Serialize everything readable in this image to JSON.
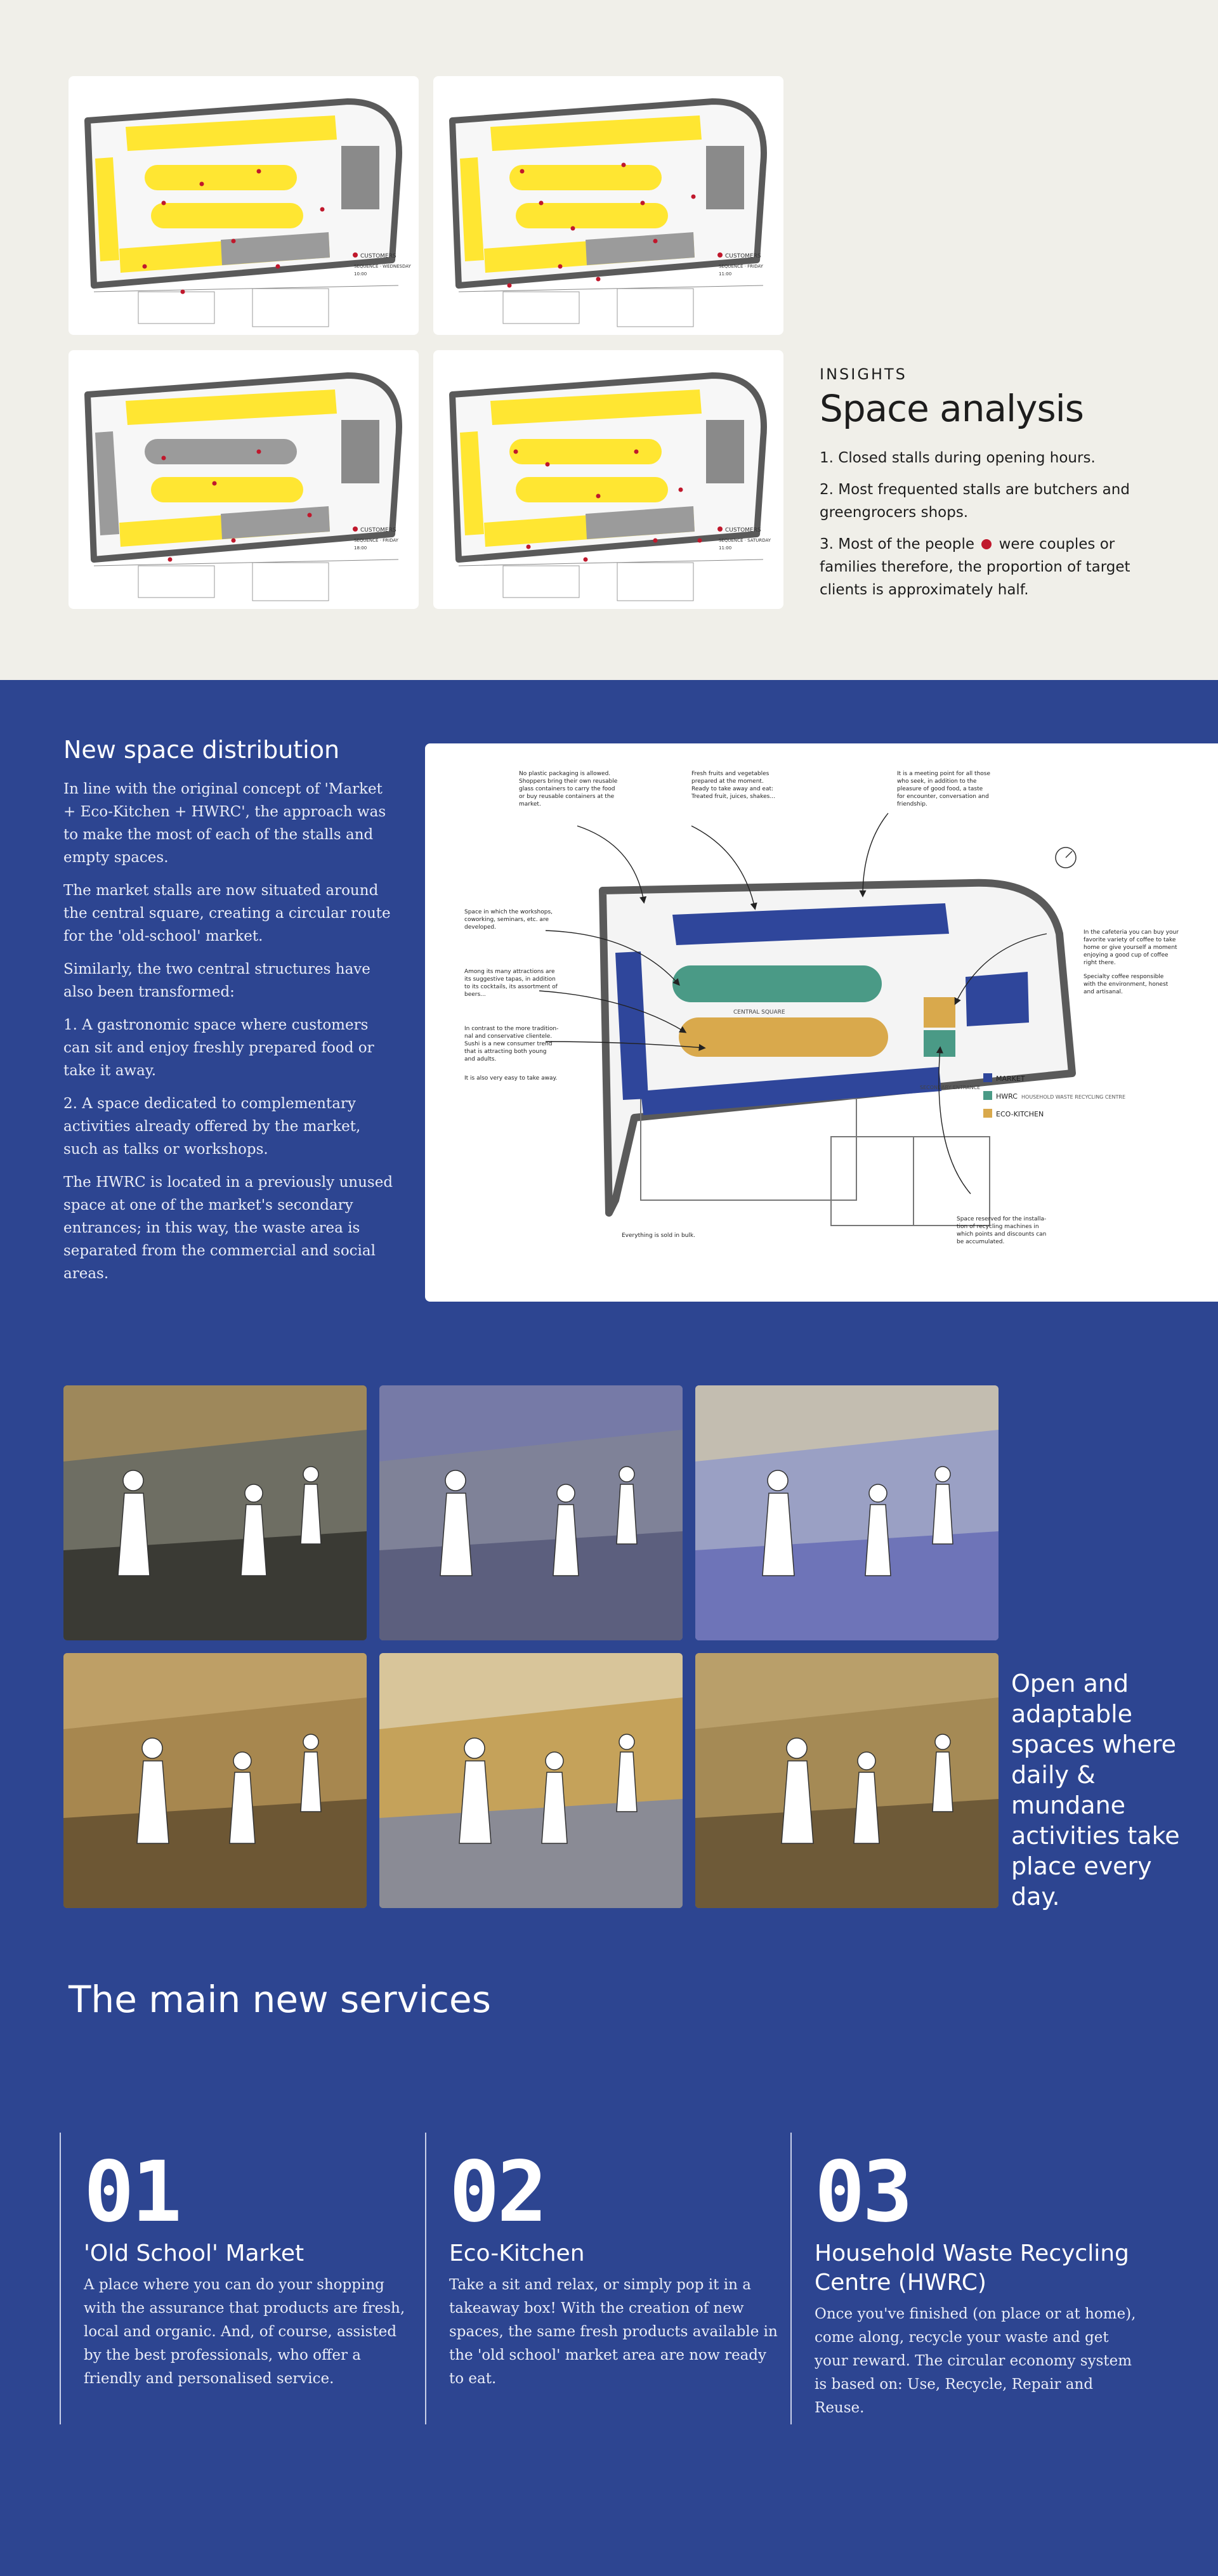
{
  "colors": {
    "cream": "#f0efe9",
    "navy": "#2d4591",
    "yellow": "#ffe632",
    "stall_grey": "#9b9b9b",
    "red": "#c0182c",
    "market_blue": "#2f469b",
    "kitchen_green": "#4a9a86",
    "hwrc_orange": "#d9a94c"
  },
  "floor_plans": [
    {
      "legend_label": "CUSTOMERS",
      "caption": "SEQUENCE · WEDNESDAY",
      "time": "10:00"
    },
    {
      "legend_label": "CUSTOMERS",
      "caption": "SEQUENCE · FRIDAY",
      "time": "11:00"
    },
    {
      "legend_label": "CUSTOMERS",
      "caption": "SEQUENCE · FRIDAY",
      "time": "18:00"
    },
    {
      "legend_label": "CUSTOMERS",
      "caption": "SEQUENCE · SATURDAY",
      "time": "11:00"
    }
  ],
  "insights": {
    "eyebrow": "INSIGHTS",
    "title": "Space analysis",
    "items": [
      {
        "text": "1. Closed stalls during opening hours."
      },
      {
        "text": "2. Most frequented stalls are butchers and greengrocers shops."
      },
      {
        "before": "3. Most of the people",
        "after": "were couples or families therefore, the proportion of target clients is approximately half."
      }
    ]
  },
  "distribution": {
    "title": "New space distribution",
    "paragraphs": [
      "In line with the original concept of 'Market + Eco-Kitchen + HWRC', the approach was to make the most of each of the stalls and empty spaces.",
      "The market stalls are now situated around the central square, creating a circular route for the 'old-school' market.",
      "Similarly, the two central structures have also been transformed:",
      "1. A gastronomic space where customers can sit and enjoy freshly prepared food or take it away.",
      "2. A space dedicated to complementary activities already offered by the market, such as talks or workshops.",
      "The HWRC is located in a previously unused space at one of the market's secondary entrances; in this way, the waste area is separated from the commercial and social areas."
    ],
    "annotations": {
      "top_left": [
        "No plastic packaging is allowed.",
        "Shoppers bring their own reusable",
        "glass containers to carry the food",
        "or buy reusable containers at the",
        "market."
      ],
      "top_mid": [
        "Fresh fruits and vegetables",
        "prepared at the moment.",
        "Ready to take away and eat:",
        "Treated fruit, juices, shakes..."
      ],
      "top_right": [
        "It is a meeting point for all those",
        "who seek, in addition to the",
        "pleasure of good food, a taste",
        "for encounter, conversation and",
        "friendship."
      ],
      "left_1": [
        "Space in which the workshops,",
        "coworking, seminars, etc. are",
        "developed."
      ],
      "left_2": [
        "Among its many attractions are",
        "its suggestive tapas, in addition",
        "to its cocktails, its assortment of",
        "beers..."
      ],
      "left_3": [
        "In contrast to the more tradition-",
        "nal and conservative clientele.",
        "Sushi is a new consumer trend",
        "that is attracting both young",
        "and adults."
      ],
      "left_3_note": "It is also very easy to take away.",
      "right_1": [
        "In the cafeteria you can buy your",
        "favorite variety of coffee to take",
        "home or give yourself a moment",
        "enjoying a good cup of coffee",
        "right there."
      ],
      "right_1_note": [
        "Specialty coffee responsible",
        "with the environment, honest",
        "and artisanal."
      ],
      "bottom_right": [
        "Space reserved for the installa-",
        "tion of recycling machines in",
        "which points and discounts can",
        "be accumulated."
      ],
      "bottom_left": "Everything is sold in bulk.",
      "legend": [
        "MARKET",
        "HWRC",
        "ECO-KITCHEN"
      ],
      "hwrc_detail": "HOUSEHOLD WASTE RECYCLING CENTRE",
      "central_square": "CENTRAL SQUARE",
      "secondary_entrance": "SECONDARY ENTRANCE"
    }
  },
  "renders": {
    "tagline": "Open and adaptable spaces where daily & mundane activities take place every day.",
    "items": [
      "produce-aisle-render",
      "dining-hall-render",
      "hwrc-entrance-render",
      "counter-bar-render",
      "main-hall-render",
      "market-shoppers-render"
    ]
  },
  "services": {
    "title": "The main new services",
    "items": [
      {
        "number": "01",
        "title": "'Old School' Market",
        "body": "A place where you can do your shopping with the assurance that products are fresh, local and organic. And, of course, assisted by the best professionals, who offer a friendly and personalised service."
      },
      {
        "number": "02",
        "title": "Eco-Kitchen",
        "body": "Take a sit and relax, or simply pop it in a takeaway box! With the creation of new spaces, the same fresh products available in the 'old school' market area are now ready to eat."
      },
      {
        "number": "03",
        "title": "Household Waste Recycling Centre (HWRC)",
        "body": "Once you've finished (on place or at home), come along, recycle your waste and get your reward. The circular economy system is based on: Use, Recycle, Repair and Reuse."
      }
    ]
  }
}
